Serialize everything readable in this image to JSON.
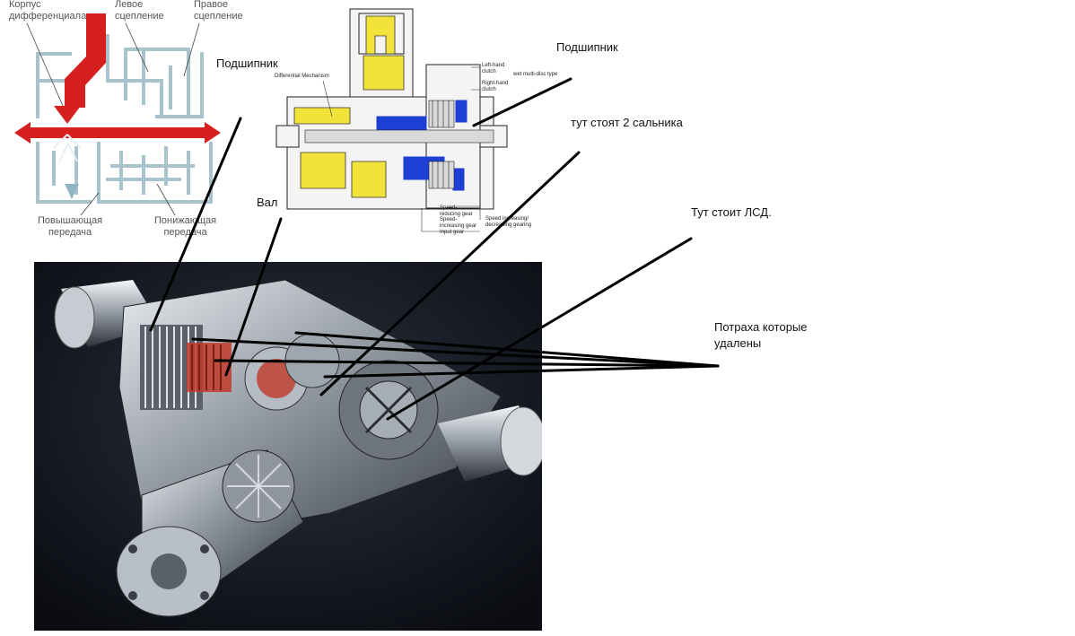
{
  "schematic": {
    "labels": {
      "housing": "Корпус\nдифференциала",
      "left_clutch": "Левое\nсцепление",
      "right_clutch": "Правое\nсцепление",
      "upshift": "Повышающая\nпередача",
      "downshift": "Понижающая\nпередача"
    }
  },
  "technical": {
    "labels": {
      "differential": "Differential Mechanism",
      "left_hand_clutch": "Left-hand\nclutch",
      "right_hand_clutch": "Right-hand\nclutch",
      "wet_multi": "wet multi-disc type",
      "speed_reducing": "Speed-\nreducing gear",
      "speed_increasing": "Speed-\nincreasing gear",
      "input_gear": "Input gear",
      "speed_inc_dec": "Speed increasing/\ndecreasing gearing"
    }
  },
  "annotations": {
    "bearing_left": "Подшипник",
    "bearing_right": "Подшипник",
    "two_seals": "тут стоят 2 сальника",
    "shaft": "Вал",
    "lsd": "Тут стоит ЛСД.",
    "removed": "Потраха которые\nудалены"
  },
  "colors": {
    "arrow_red": "#d62020",
    "schematic_line": "#a9c3cc",
    "fluid_yellow": "#f2e33a",
    "fluid_blue": "#1d3fd6",
    "photo_bg": "#12151c",
    "annotation_line": "#000000"
  }
}
